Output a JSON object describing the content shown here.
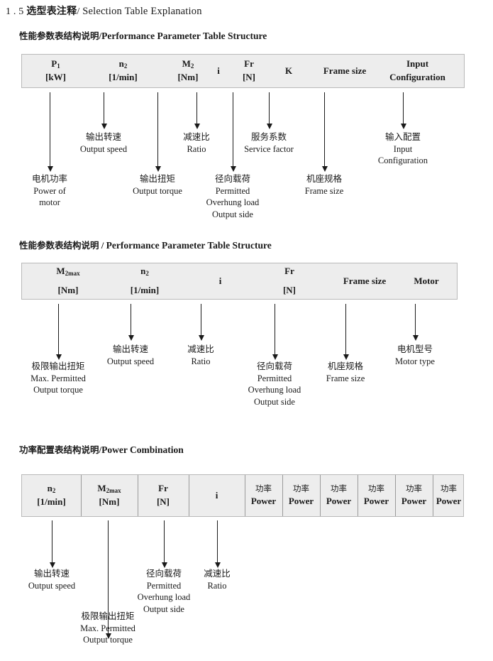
{
  "document": {
    "title_number": "1 . 5",
    "title_cn": "选型表注释",
    "title_separator": "/",
    "title_en": "Selection Table Explanation"
  },
  "sections": [
    {
      "heading_cn": "性能参数表结构说明",
      "heading_separator": "/",
      "heading_en": "Performance Parameter Table Structure",
      "table": {
        "columns": [
          {
            "line1": "P1",
            "line2": "[kW]"
          },
          {
            "line1": "n2",
            "line2": "[1/min]"
          },
          {
            "line1": "M2",
            "line2": "[Nm]"
          },
          {
            "line1": "i",
            "line2": ""
          },
          {
            "line1": "Fr",
            "line2": "[N]"
          },
          {
            "line1": "K",
            "line2": ""
          },
          {
            "line1": "Frame size",
            "line2": ""
          },
          {
            "line1": "Input",
            "line2": "Configuration"
          }
        ]
      },
      "annotations": [
        {
          "cn": "电机功率",
          "en": [
            "Power of",
            "motor"
          ]
        },
        {
          "cn": "输出转速",
          "en": [
            "Output speed"
          ]
        },
        {
          "cn": "输出扭矩",
          "en": [
            "Output torque"
          ]
        },
        {
          "cn": "减速比",
          "en": [
            "Ratio"
          ]
        },
        {
          "cn": "径向载荷",
          "en": [
            "Permitted",
            "Overhung load",
            "Output side"
          ]
        },
        {
          "cn": "服务系数",
          "en": [
            "Service factor"
          ]
        },
        {
          "cn": "机座规格",
          "en": [
            "Frame size"
          ]
        },
        {
          "cn": "输入配置",
          "en": [
            "Input",
            "Configuration"
          ]
        }
      ]
    },
    {
      "heading_cn": "性能参数表结构说明",
      "heading_separator": "/",
      "heading_en": "Performance Parameter Table Structure",
      "table": {
        "columns": [
          {
            "line1": "M2max",
            "line2": "[Nm]"
          },
          {
            "line1": "n2",
            "line2": "[1/min]"
          },
          {
            "line1": "i",
            "line2": ""
          },
          {
            "line1": "Fr",
            "line2": "[N]"
          },
          {
            "line1": "Frame size",
            "line2": ""
          },
          {
            "line1": "Motor",
            "line2": ""
          }
        ]
      },
      "annotations": [
        {
          "cn": "极限输出扭矩",
          "en": [
            "Max. Permitted",
            "Output  torque"
          ]
        },
        {
          "cn": "输出转速",
          "en": [
            "Output speed"
          ]
        },
        {
          "cn": "减速比",
          "en": [
            "Ratio"
          ]
        },
        {
          "cn": "径向载荷",
          "en": [
            "Permitted",
            "Overhung load",
            "Output side"
          ]
        },
        {
          "cn": "机座规格",
          "en": [
            "Frame size"
          ]
        },
        {
          "cn": "电机型号",
          "en": [
            "Motor type"
          ]
        }
      ]
    },
    {
      "heading_cn": "功率配置表结构说明",
      "heading_separator": "/",
      "heading_en": "Power Combination",
      "table": {
        "columns": [
          {
            "line1": "n2",
            "line2": "[1/min]"
          },
          {
            "line1": "M2max",
            "line2": "[Nm]"
          },
          {
            "line1": "Fr",
            "line2": "[N]"
          },
          {
            "line1": "i",
            "line2": ""
          },
          {
            "line1": "功率",
            "line2": "Power"
          },
          {
            "line1": "功率",
            "line2": "Power"
          },
          {
            "line1": "功率",
            "line2": "Power"
          },
          {
            "line1": "功率",
            "line2": "Power"
          },
          {
            "line1": "功率",
            "line2": "Power"
          },
          {
            "line1": "功率",
            "line2": "Power"
          }
        ]
      },
      "annotations": [
        {
          "cn": "输出转速",
          "en": [
            "Output speed"
          ]
        },
        {
          "cn": "极限输出扭矩",
          "en": [
            "Max. Permitted",
            "Output  torque"
          ]
        },
        {
          "cn": "径向载荷",
          "en": [
            "Permitted",
            "Overhung load",
            "Output side"
          ]
        },
        {
          "cn": "减速比",
          "en": [
            "Ratio"
          ]
        }
      ]
    }
  ],
  "colors": {
    "table_fill": "#ededed",
    "table_border": "#b9b9b9",
    "text": "#1a1a1a",
    "arrow": "#1a1a1a"
  }
}
